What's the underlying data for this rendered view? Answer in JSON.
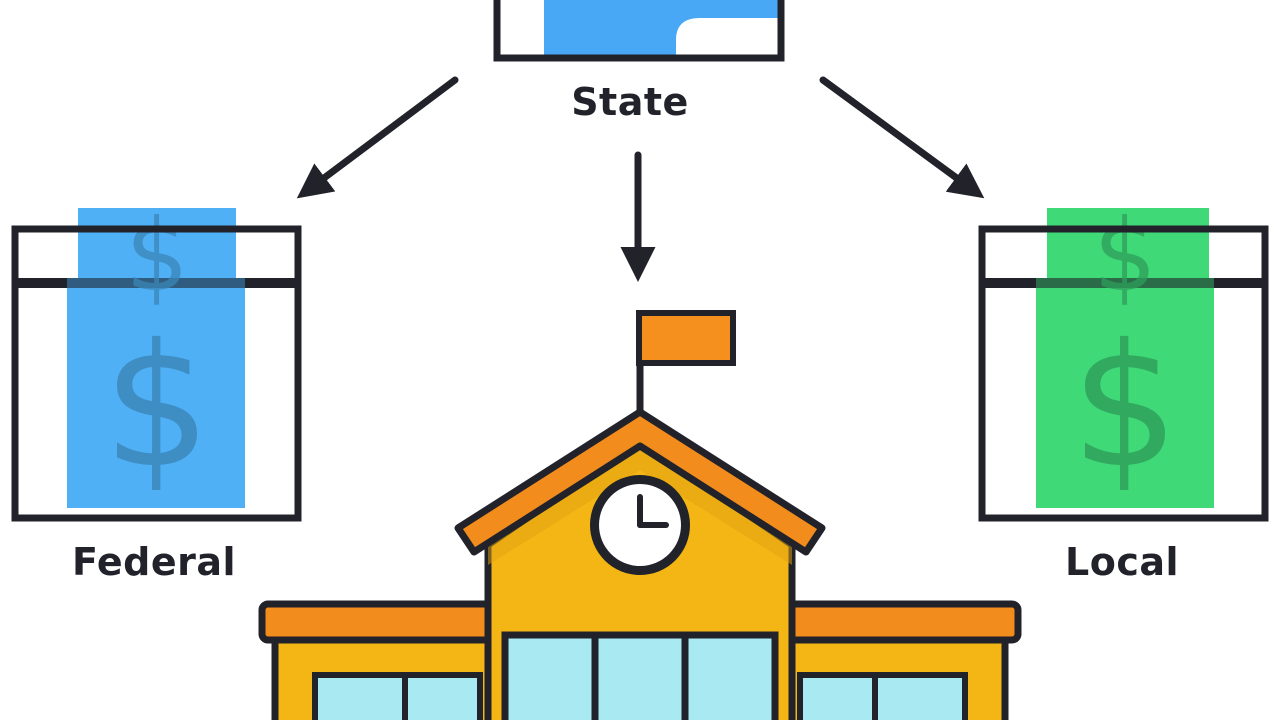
{
  "labels": {
    "state": "State",
    "federal": "Federal",
    "local": "Local"
  },
  "icons": {
    "state": "cash-box-icon",
    "federal": "dollar-box-icon",
    "local": "dollar-box-icon",
    "school": "school-building-icon",
    "clock": "clock-icon",
    "flag": "flag-icon"
  },
  "colors": {
    "outline": "#22222b",
    "federal_bill": "#4fb0f5",
    "state_bill": "#48a8f5",
    "local_bill": "#3fd978",
    "dollar_federal": "#3a86b8",
    "dollar_local": "#2e9e5a",
    "roof": "#f28c1c",
    "building": "#f4b614",
    "window": "#a9e9f2",
    "flag": "#f5901f"
  }
}
